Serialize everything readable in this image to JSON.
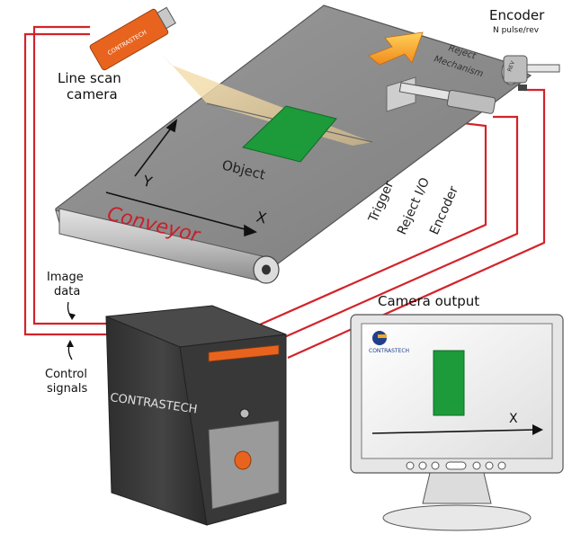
{
  "labels": {
    "encoder": "Encoder",
    "encoder_sub": "N pulse/rev",
    "reject_mechanism_line1": "Reject",
    "reject_mechanism_line2": "Mechanism",
    "line_scan_line1": "Line scan",
    "line_scan_line2": "camera",
    "object": "Object",
    "axis_y": "Y",
    "axis_x": "X",
    "conveyor": "Conveyor",
    "trigger": "Trigger",
    "reject_io": "Reject I/O",
    "encoder_signal": "Encoder",
    "image_data_line1": "Image",
    "image_data_line2": "data",
    "control_line1": "Control",
    "control_line2": "signals",
    "camera_output": "Camera output",
    "monitor_axis_x": "X",
    "brand_camera": "CONTRASTECH",
    "brand_pc": "CONTRASTECH",
    "brand_monitor": "CONTRASTECH",
    "encoder_tag": "REV"
  },
  "colors": {
    "conveyor_belt": "#8f8f8f",
    "conveyor_light": "#d2d2d2",
    "object_green": "#1d9a3a",
    "signal_red": "#d2232a",
    "camera_orange": "#e8641e",
    "arrow_orange": "#f5a623",
    "pc_dark": "#3a3a3a",
    "monitor_frame": "#e6e6e6",
    "monitor_screen": "#f2f2f2"
  }
}
